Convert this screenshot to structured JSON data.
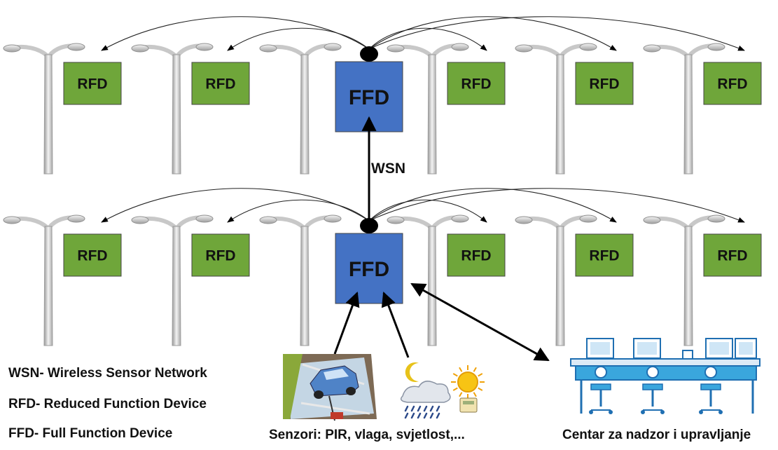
{
  "nodes": {
    "rfd_label": "RFD",
    "ffd_label": "FFD",
    "rfd_color": "#6fa63a",
    "ffd_color": "#4472c4"
  },
  "link_label": "WSN",
  "legend": [
    "WSN- Wireless Sensor Network",
    "RFD- Reduced Function Device",
    "FFD- Full Function Device"
  ],
  "captions": {
    "sensors": "Senzori: PIR, vlaga, svjetlost,...",
    "control_center": "Centar za nadzor i upravljanje"
  },
  "icons": [
    "street-lamp-icon",
    "car-sensor-icon",
    "weather-sensor-icon",
    "control-room-icon"
  ]
}
